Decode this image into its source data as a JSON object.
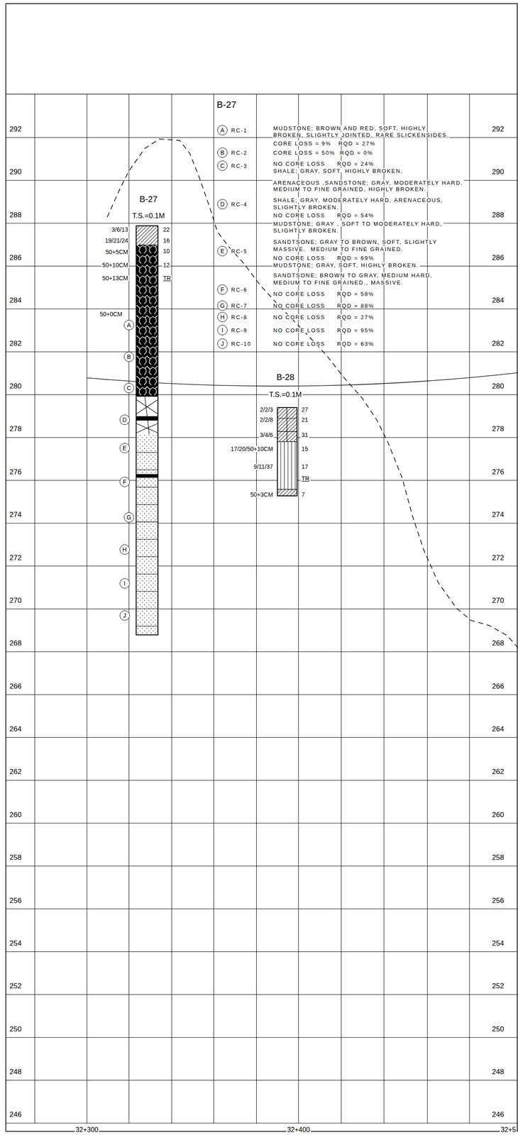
{
  "diagram": {
    "nodes": [
      {
        "text": [
          "A"
        ]
      },
      {
        "text": [
          "B"
        ]
      },
      {
        "text": [
          "C"
        ]
      },
      {
        "text": [
          "D"
        ]
      },
      {
        "text": [
          "E"
        ]
      },
      {
        "text": [
          "F"
        ]
      },
      {
        "text": [
          "G"
        ]
      },
      {
        "text": [
          "H"
        ]
      },
      {
        "text": [
          "I"
        ]
      },
      {
        "text": [
          "J"
        ]
      },
      {
        "text": [
          "A"
        ]
      },
      {
        "text": [
          "B"
        ]
      },
      {
        "text": [
          "C"
        ]
      },
      {
        "text": [
          "D"
        ]
      },
      {
        "text": [
          "E"
        ]
      },
      {
        "text": [
          "F"
        ]
      },
      {
        "text": [
          "G"
        ]
      },
      {
        "text": [
          "H"
        ]
      },
      {
        "text": [
          "I"
        ]
      },
      {
        "text": [
          "J"
        ]
      }
    ],
    "labels": [
      "B-27",
      "RC-1",
      "RC-2",
      "RC-3",
      "RC-4",
      "RC-5",
      "RC-6",
      "RC-7",
      "RC-8",
      "RC-9",
      "RC-10",
      "MUDSTONE; BROWN AND RED, SOFT, HIGHLY",
      "BROKEN, SLIGHTLY JOINTED, RARE SLICKENSIDES.",
      "CORE LOSS = 9%   RQD = 27%",
      "CORE LOSS = 50%  RQD = 0%",
      "NO CORE LOSS     RQD = 24%",
      "SHALE; GRAY, SOFT, HIGHLY BROKEN,",
      "ARENACEOUS ,SANDSTONE; GRAY, MODERATELY HARD,",
      "MEDIUM TO FINE GRAINED, HIGHLY BROKEN.",
      "SHALE; GRAY, MODERATELY HARD, ARENACEOUS,",
      "SLIGHTLY BROKEN.",
      "NO CORE LOSS     RQD = 54%",
      "MUDSTONE; GRAY , SOFT TO MODERATELY HARD,",
      "SLIGHTLY BROKEN.",
      "SANDTSONE; GRAY TO BROWN, SOFT, SLIGHTLY",
      "MASSIVE.  MEDIUM TO FINE GRAINED.",
      "NO CORE LOSS     RQD = 69%",
      "MUDSTONE; GRAY, SOFT, HIGHLY BROKEN.",
      "SANDTSONE; BROWN TO GRAY, MEDIUM HARD,",
      "MEDIUM TO FINE GRAINED., MASSIVE.",
      "NO CORE LOSS     RQD = 58%",
      "NO CORE LOSS     RQD = 88%",
      "NO CORE LOSS     RQD = 27%",
      "NO CORE LOSS     RQD = 95%",
      "NO CORE LOSS     RQD = 63%",
      "B-27",
      "T.S.=0.1M",
      "3/6/13",
      "19/21/24",
      "50+5CM",
      "50+10CM",
      "50+13CM",
      "50+0CM",
      "22",
      "16",
      "10",
      "12",
      "TR",
      "B-28",
      "T.S.=0.1M",
      "2/2/3",
      "2/2/8",
      "3/4/6",
      "17/20/50+10CM",
      "9/11/37",
      "50+3CM",
      "27",
      "21",
      "31",
      "15",
      "17",
      "TR",
      "7",
      "32+300",
      "32+400",
      "32+5",
      "292",
      "290",
      "288",
      "286",
      "284",
      "282",
      "280",
      "278",
      "276",
      "274",
      "272",
      "270",
      "268",
      "266",
      "264",
      "262",
      "260",
      "258",
      "256",
      "254",
      "252",
      "250",
      "248",
      "246",
      "292",
      "290",
      "288",
      "286",
      "284",
      "282",
      "280",
      "278",
      "276",
      "274",
      "272",
      "270",
      "268",
      "266",
      "264",
      "262",
      "260",
      "258",
      "256",
      "254",
      "252",
      "250",
      "248",
      "246"
    ]
  }
}
